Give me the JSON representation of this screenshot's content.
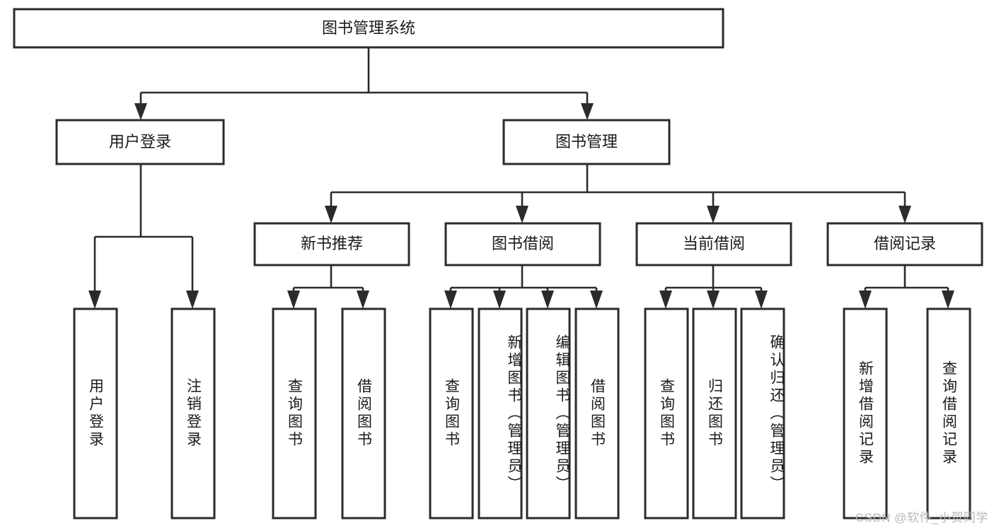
{
  "diagram": {
    "type": "tree",
    "title": "图书管理系统",
    "root": {
      "id": "root",
      "label": "图书管理系统",
      "orientation": "horizontal"
    },
    "level2": [
      {
        "id": "user-login",
        "label": "用户登录",
        "orientation": "horizontal"
      },
      {
        "id": "book-manage",
        "label": "图书管理",
        "orientation": "horizontal"
      }
    ],
    "level3": [
      {
        "id": "new-book-recommend",
        "label": "新书推荐",
        "orientation": "horizontal",
        "parent": "book-manage"
      },
      {
        "id": "book-borrow",
        "label": "图书借阅",
        "orientation": "horizontal",
        "parent": "book-manage"
      },
      {
        "id": "current-borrow",
        "label": "当前借阅",
        "orientation": "horizontal",
        "parent": "book-manage"
      },
      {
        "id": "borrow-record",
        "label": "借阅记录",
        "orientation": "horizontal",
        "parent": "book-manage"
      }
    ],
    "leaves": [
      {
        "id": "leaf-user-login",
        "label": "用户登录",
        "parent": "user-login",
        "orientation": "vertical"
      },
      {
        "id": "leaf-user-logout",
        "label": "注销登录",
        "parent": "user-login",
        "orientation": "vertical"
      },
      {
        "id": "leaf-query-book-1",
        "label": "查询图书",
        "parent": "new-book-recommend",
        "orientation": "vertical"
      },
      {
        "id": "leaf-borrow-book-1",
        "label": "借阅图书",
        "parent": "new-book-recommend",
        "orientation": "vertical"
      },
      {
        "id": "leaf-query-book-2",
        "label": "查询图书",
        "parent": "book-borrow",
        "orientation": "vertical"
      },
      {
        "id": "leaf-add-book",
        "label": "新增图书（管理员）",
        "parent": "book-borrow",
        "orientation": "vertical"
      },
      {
        "id": "leaf-edit-book",
        "label": "编辑图书（管理员）",
        "parent": "book-borrow",
        "orientation": "vertical"
      },
      {
        "id": "leaf-borrow-book-2",
        "label": "借阅图书",
        "parent": "book-borrow",
        "orientation": "vertical"
      },
      {
        "id": "leaf-query-book-3",
        "label": "查询图书",
        "parent": "current-borrow",
        "orientation": "vertical"
      },
      {
        "id": "leaf-return-book",
        "label": "归还图书",
        "parent": "current-borrow",
        "orientation": "vertical"
      },
      {
        "id": "leaf-confirm-return",
        "label": "确认归还（管理员）",
        "parent": "current-borrow",
        "orientation": "vertical"
      },
      {
        "id": "leaf-add-record",
        "label": "新增借阅记录",
        "parent": "borrow-record",
        "orientation": "vertical"
      },
      {
        "id": "leaf-query-record",
        "label": "查询借阅记录",
        "parent": "borrow-record",
        "orientation": "vertical"
      }
    ],
    "colors": {
      "box_stroke": "#2b2b2b",
      "box_fill": "#ffffff",
      "connector": "#2b2b2b",
      "text": "#1a1a1a",
      "background": "#ffffff",
      "watermark": "#b9b9b9"
    }
  },
  "watermark": {
    "text": "CSDN @软件_小贺同学"
  }
}
